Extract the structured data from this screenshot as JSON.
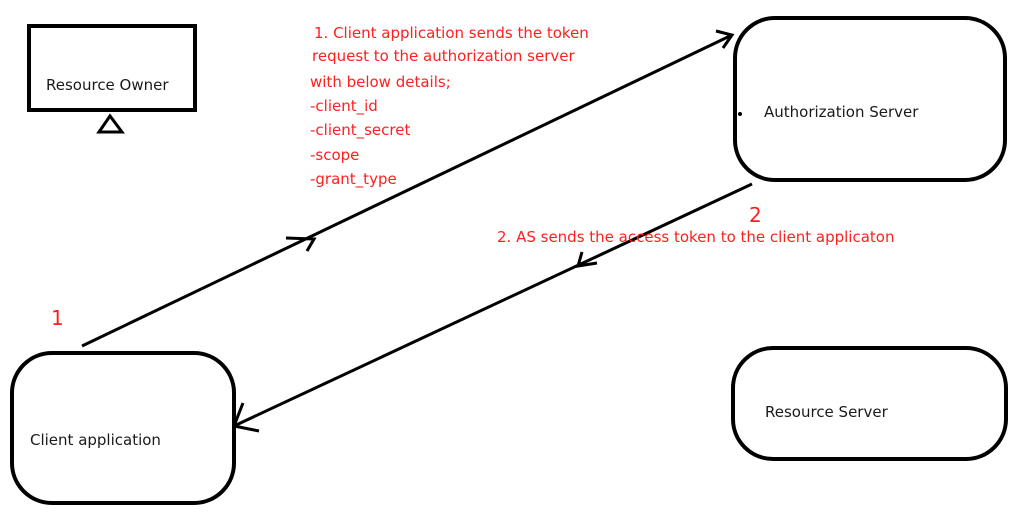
{
  "nodes": {
    "resource_owner": "Resource Owner",
    "authorization_server": "Authorization Server",
    "client_application": "Client application",
    "resource_server": "Resource Server"
  },
  "annotations": {
    "step1_lines": [
      "1. Client application sends the token",
      " request to the authorization server",
      "with below details;",
      "-client_id",
      "-client_secret",
      "-scope",
      "-grant_type"
    ],
    "step2_text": "2. AS sends the access token to the client applicaton",
    "step1_number": "1",
    "step2_number": "2"
  },
  "colors": {
    "ink": "#000000",
    "annotation": "#ff1f1f"
  }
}
